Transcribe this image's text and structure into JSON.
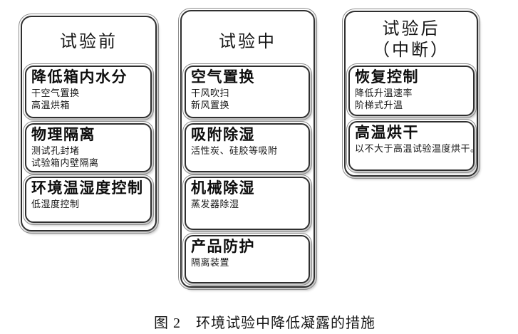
{
  "figure": {
    "caption": "图 2　环境试验中降低凝露的措施"
  },
  "colors": {
    "box_border": "#2f2f2f",
    "box_outer_line": "#8d8d8d",
    "background": "#ffffff",
    "text": "#161616"
  },
  "columns": [
    {
      "title": "试验前",
      "items": [
        {
          "title": "降低箱内水分",
          "lines": [
            "干空气置换",
            "高温烘箱"
          ]
        },
        {
          "title": "物理隔离",
          "lines": [
            "测试孔封堵",
            "试验箱内壁隔离"
          ]
        },
        {
          "title": "环境温湿度控制",
          "lines": [
            "低湿度控制"
          ]
        }
      ]
    },
    {
      "title": "试验中",
      "items": [
        {
          "title": "空气置换",
          "lines": [
            "干风吹扫",
            "新风置换"
          ]
        },
        {
          "title": "吸附除湿",
          "lines": [
            "活性炭、硅胶等吸附"
          ]
        },
        {
          "title": "机械除湿",
          "lines": [
            "蒸发器除湿"
          ]
        },
        {
          "title": "产品防护",
          "lines": [
            "隔离装置"
          ]
        }
      ]
    },
    {
      "title": "试验后",
      "title_line2": "（中断）",
      "items": [
        {
          "title": "恢复控制",
          "lines": [
            "降低升温速率",
            "阶梯式升温"
          ]
        },
        {
          "title": "高温烘干",
          "lines": [
            "以不大于高温试验温度烘干。"
          ]
        }
      ]
    }
  ]
}
